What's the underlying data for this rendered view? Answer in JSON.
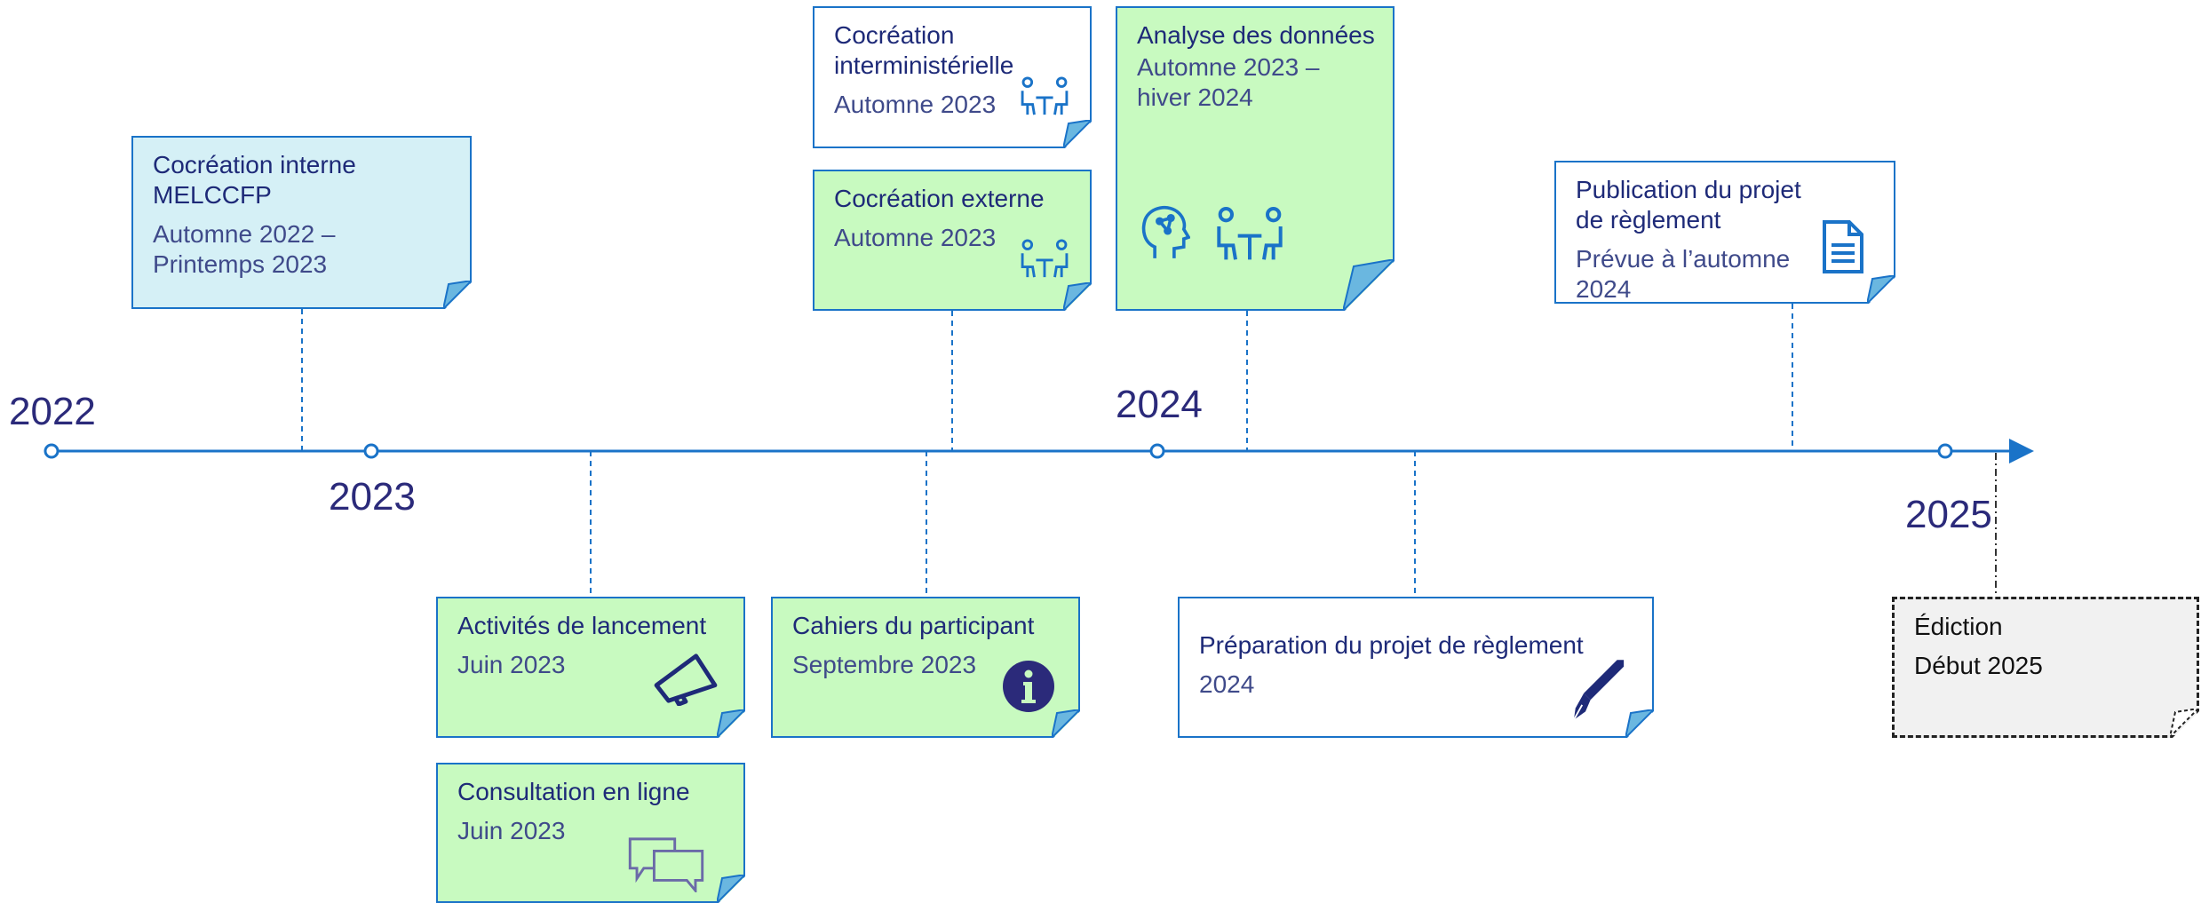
{
  "years": [
    "2022",
    "2023",
    "2024",
    "2025"
  ],
  "colors": {
    "timeline": "#1a73c8",
    "title_text": "#1e2a78",
    "card_green": "#c8fac0",
    "card_cyan": "#d5f0f6",
    "card_grey": "#f1f1f1"
  },
  "cards": {
    "cocreation_interne": {
      "title": "Cocréation interne MELCCFP",
      "sub": "Automne 2022 – Printemps 2023"
    },
    "cocreation_interministerielle": {
      "title": "Cocréation interministérielle",
      "sub": "Automne 2023",
      "icon": "meeting-people-icon"
    },
    "cocreation_externe": {
      "title": "Cocréation externe",
      "sub": "Automne 2023",
      "icon": "meeting-people-icon"
    },
    "analyse_donnees": {
      "title": "Analyse des données",
      "sub": "Automne 2023 – hiver 2024",
      "icons": [
        "brain-head-icon",
        "meeting-people-icon"
      ]
    },
    "publication_projet": {
      "title": "Publication du projet de règlement",
      "sub": "Prévue à l’automne 2024",
      "icon": "document-icon"
    },
    "activites_lancement": {
      "title": "Activités de lancement",
      "sub": "Juin 2023",
      "icon": "megaphone-icon"
    },
    "consultation_ligne": {
      "title": "Consultation en ligne",
      "sub": "Juin 2023",
      "icon": "chat-bubbles-icon"
    },
    "cahiers_participant": {
      "title": "Cahiers du participant",
      "sub": "Septembre 2023",
      "icon": "info-icon"
    },
    "preparation_projet": {
      "title": "Préparation du projet de règlement",
      "sub": "2024",
      "icon": "fountain-pen-icon"
    },
    "edition": {
      "title": "Édiction",
      "sub": "Début 2025"
    }
  }
}
